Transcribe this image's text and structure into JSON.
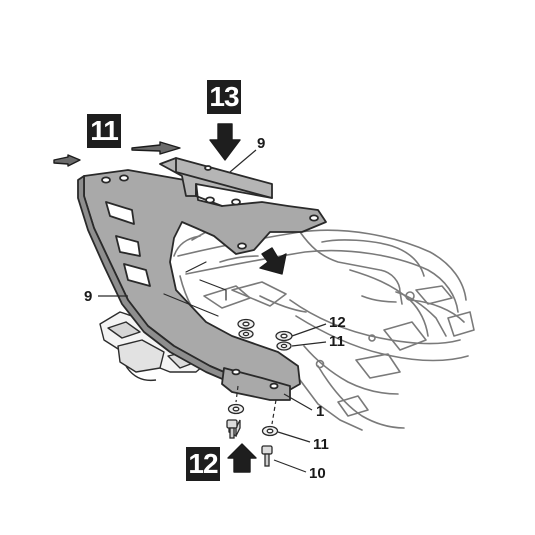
{
  "steps": {
    "step_11": "11",
    "step_12": "12",
    "step_13": "13"
  },
  "callouts": {
    "part_9_top": "9",
    "part_9_side": "9",
    "part_12": "12",
    "part_11_upper": "11",
    "part_1": "1",
    "part_11_lower": "11",
    "part_10": "10"
  },
  "colors": {
    "step_box": "#1e1e1e",
    "plate_fill": "#a9a9a9",
    "line": "#2a2a2a",
    "bike_line": "#6e6e6e"
  }
}
